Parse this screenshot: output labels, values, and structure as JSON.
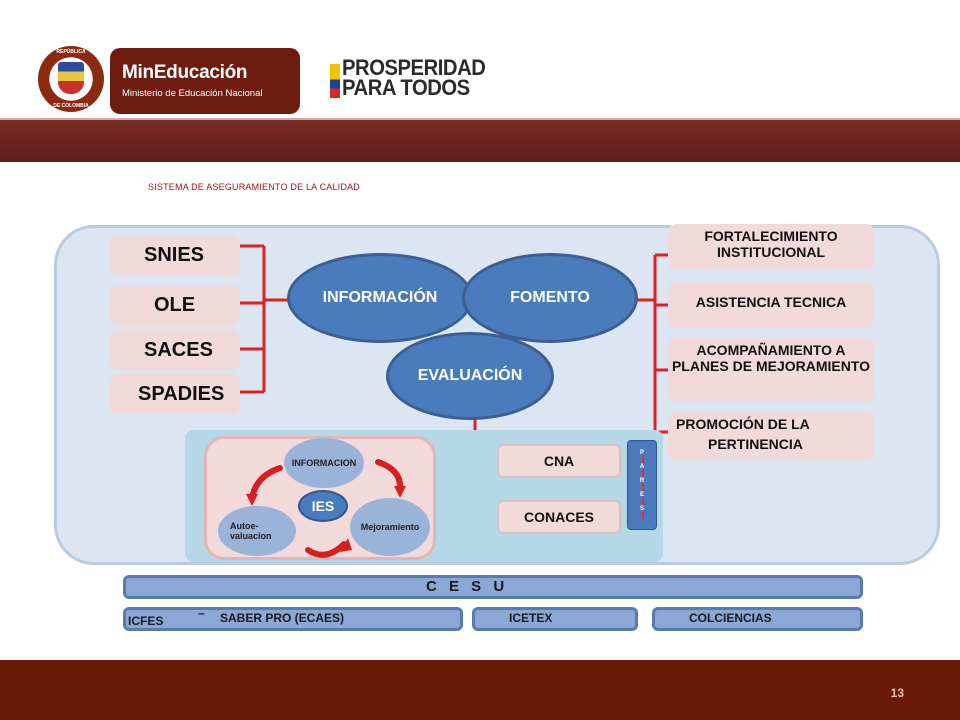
{
  "header": {
    "seal_top": "REPÚBLICA",
    "seal_bottom": "DE COLOMBIA",
    "ministry_title": "MinEducación",
    "ministry_subtitle": "Ministerio de Educación Nacional",
    "slogan_line1": "PROSPERIDAD",
    "slogan_line2": "PARA TODOS"
  },
  "subtitle": "SISTEMA DE ASEGURAMIENTO DE LA CALIDAD",
  "left_systems": [
    "SNIES",
    "OLE",
    "SACES",
    "SPADIES"
  ],
  "core": {
    "informacion": "INFORMACIÓN",
    "fomento": "FOMENTO",
    "evaluacion": "EVALUACIÓN"
  },
  "fomento_items": {
    "fortalecimiento": "FORTALECIMIENTO INSTITUCIONAL",
    "asistencia": "ASISTENCIA TECNICA",
    "acompanamiento": "ACOMPAÑAMIENTO A PLANES DE MEJORAMIENTO",
    "promocion_1": "PROMOCIÓN DE LA",
    "promocion_2": "PERTINENCIA"
  },
  "cycle": {
    "informacion": "INFORMACION",
    "ies": "IES",
    "autoevaluacion_1": "Autoe-",
    "autoevaluacion_2": "valuacion",
    "mejoramiento": "Mejoramiento"
  },
  "evaluation_bodies": [
    "CNA",
    "CONACES"
  ],
  "pares_letters": [
    "P",
    "A",
    "R",
    "E",
    "S"
  ],
  "cesu": "C E S U",
  "bottom": {
    "icfes": "ICFES",
    "dash": "–",
    "saber": "SABER PRO (ECAES)",
    "icetex": "ICETEX",
    "colciencias": "COLCIENCIAS"
  },
  "page_number": "13",
  "colors": {
    "brand_dark_red": "#6a1a08",
    "bar_red": "#6e2420",
    "ellipse_blue": "#4a7bbd",
    "connector_red": "#e02020",
    "pink_box": "#f2dadb"
  }
}
